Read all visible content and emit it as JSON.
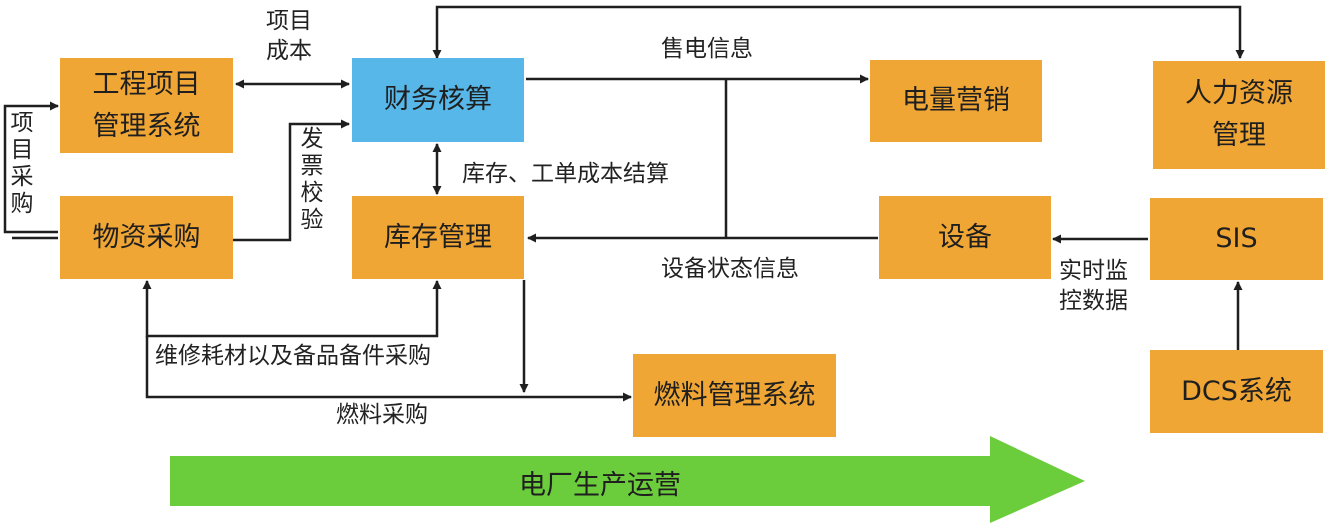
{
  "nodes": {
    "engineering": "工程项目\n管理系统",
    "finance": "财务核算",
    "power_sales": "电量营销",
    "hr": "人力资源\n管理",
    "procurement": "物资采购",
    "inventory": "库存管理",
    "equipment": "设备",
    "sis": "SIS",
    "fuel": "燃料管理系统",
    "dcs": "DCS系统"
  },
  "edge_labels": {
    "project_cost": "项目\n成本",
    "project_purchase": "项目采购",
    "invoice_check": "发票校验",
    "sales_info": "售电信息",
    "inventory_settlement": "库存、工单成本结算",
    "equipment_status": "设备状态信息",
    "realtime_data": "实时监\n控数据",
    "maintenance_purchase": "维修耗材以及备品备件采购",
    "fuel_purchase": "燃料采购"
  },
  "banner": "电厂生产运营",
  "colors": {
    "box": "#f0a634",
    "finance_box": "#56b7e8",
    "banner": "#6ccd3c",
    "line": "#1f1f1f"
  }
}
